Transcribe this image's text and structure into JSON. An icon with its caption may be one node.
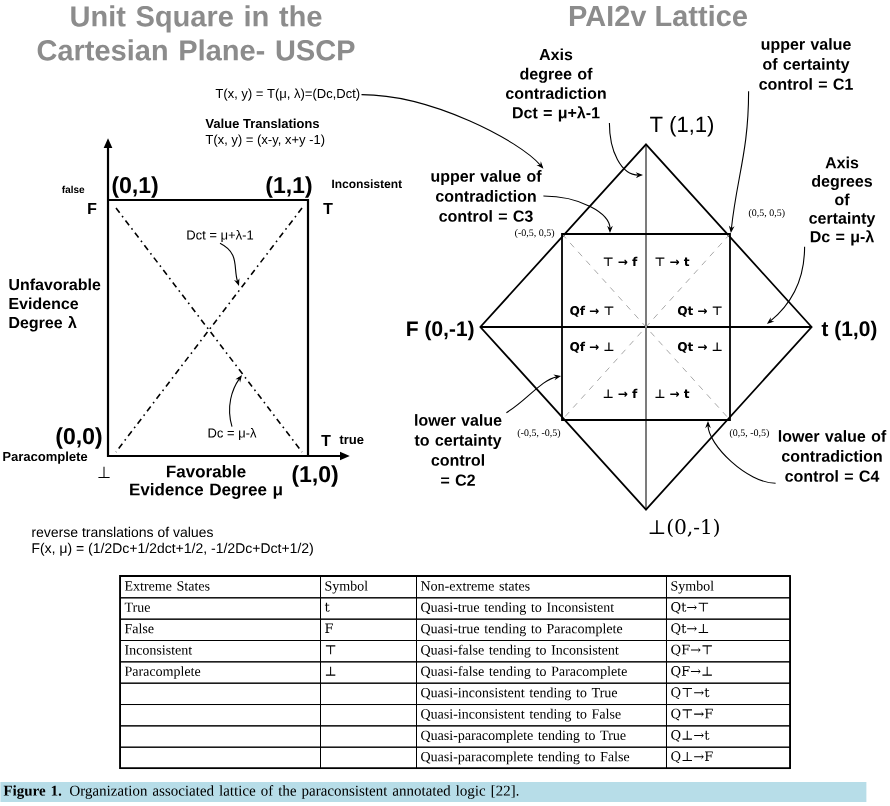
{
  "diagram": {
    "caption": "**Figure 1.** Organization associated lattice of the paraconsistent annotated logic [22].",
    "nodes": [
      {
        "text": [
          "T(x, y) = T(μ, λ)=(Dc,Dct)"
        ]
      },
      {
        "text": [
          "Axis degree of contradiction Dct = μ+λ-1"
        ]
      },
      {
        "text": [
          "upper value of certainty control = C1"
        ]
      },
      {
        "text": [
          "upper value of contradiction control = C3"
        ]
      },
      {
        "text": [
          "Axis degrees of certainty Dc = μ-λ"
        ]
      },
      {
        "text": [
          "Dct = μ+λ-1"
        ]
      },
      {
        "text": [
          "lower value to certainty control = C2"
        ]
      },
      {
        "text": [
          "lower value of contradiction control = C4"
        ]
      },
      {
        "text": [
          "Dc = μ-λ"
        ]
      },
      {
        "text": [],
        "shape": "diamond"
      },
      {
        "text": [
          "⊤ → f",
          "⊤ → t",
          "Qf → ⊤",
          "Qt → ⊤",
          "Qf → ⊥",
          "Qt → ⊥",
          "⊥ → f",
          "⊥ → t"
        ],
        "in": 9
      }
    ],
    "edges": [
      {
        "from": 0,
        "to": 3,
        "arrow": "to"
      },
      {
        "from": 1,
        "to": 9,
        "arrow": "to"
      },
      {
        "from": 2,
        "to": 10,
        "arrow": "to"
      },
      {
        "from": 3,
        "to": 10,
        "arrow": "to"
      },
      {
        "from": 4,
        "to": 9,
        "arrow": "to"
      },
      {
        "from": 5,
        "to": null,
        "arrow": "to"
      },
      {
        "from": 6,
        "to": 10,
        "arrow": "to"
      },
      {
        "from": 7,
        "to": 10,
        "arrow": "to"
      },
      {
        "from": 8,
        "to": null,
        "arrow": "to"
      }
    ],
    "labels": [
      "Unit Square in the Cartesian Plane- USCP",
      "PAI2v Lattice",
      "Value Translations",
      "T(x, y) = (x-y, x+y -1)",
      "T (1,1)",
      "false",
      "(0,1)",
      "(1,1)",
      "Inconsistent",
      "F",
      "T",
      "(-0,5, 0,5)",
      "(0,5, 0,5)",
      "Unfavorable Evidence Degree λ",
      "F (0,-1)",
      "t (1,0)",
      "(-0,5, -0,5)",
      "(0,5, -0,5)",
      "(0,0)",
      "T",
      "true",
      "Paracomplete",
      "⊥",
      "Favorable Evidence Degree μ",
      "(1,0)",
      "⊥(0,-1)",
      "reverse translations of values",
      "F(x, μ) = (1/2Dc+1/2dct+1/2, -1/2Dc+Dct+1/2)",
      "Extreme States",
      "Symbol",
      "Non-extreme states",
      "Symbol",
      "True",
      "t",
      "Quasi-true tending to Inconsistent",
      "Qt→⊤",
      "False",
      "F",
      "Quasi-true tending to Paracomplete",
      "Qt→⊥",
      "Inconsistent",
      "⊤",
      "Quasi-false tending to Inconsistent",
      "QF→⊤",
      "Paracomplete",
      "⊥",
      "Quasi-false tending to Paracomplete",
      "QF→⊥",
      "Quasi-inconsistent tending to True",
      "Q⊤→t",
      "Quasi-inconsistent tending to False",
      "Q⊤→F",
      "Quasi-paracomplete tending to True",
      "Q⊥→t",
      "Quasi-paracomplete tending to False",
      "Q⊥→F"
    ]
  }
}
